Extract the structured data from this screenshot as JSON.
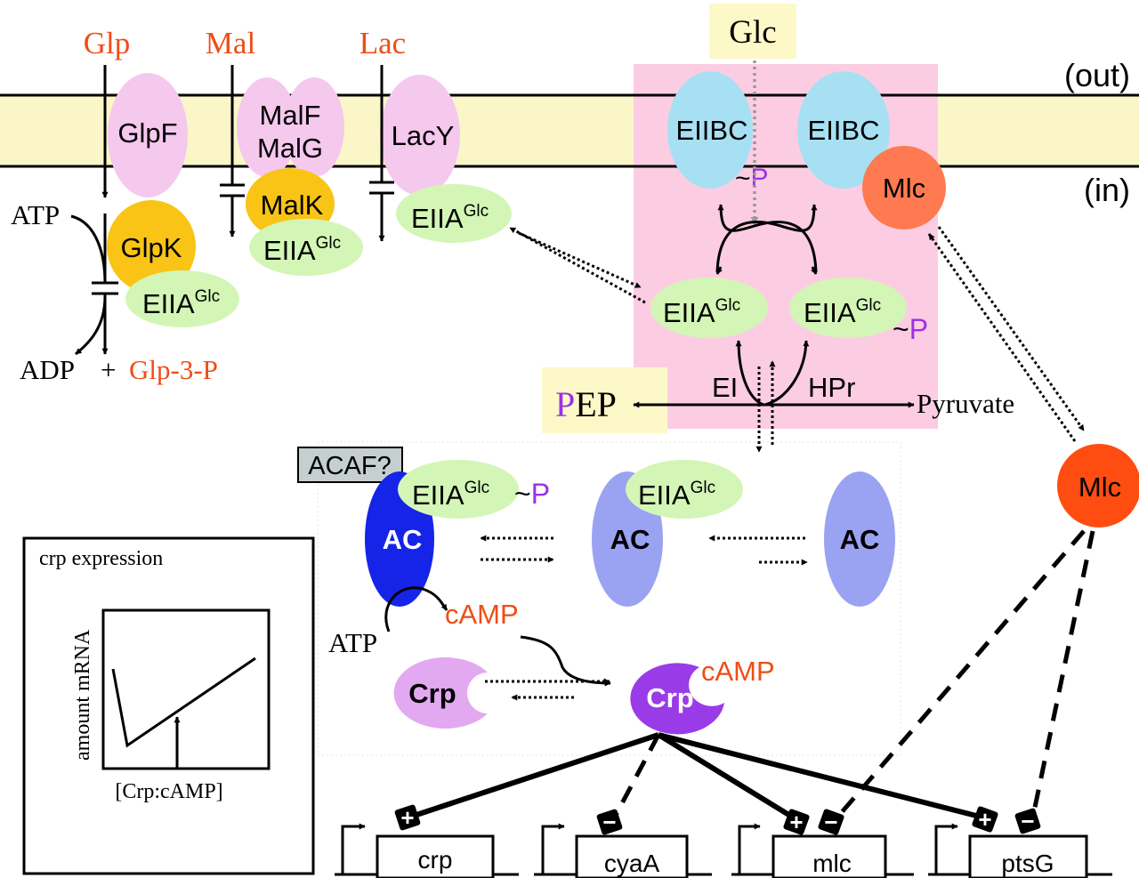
{
  "labels": {
    "out": "(out)",
    "in": "(in)",
    "glc": "Glc",
    "glp": "Glp",
    "mal": "Mal",
    "lac": "Lac",
    "glpf": "GlpF",
    "malf": "MalF",
    "malg": "MalG",
    "lacy": "LacY",
    "malk": "MalK",
    "glpk": "GlpK",
    "eiia": "EIIA",
    "glc_sup": "Glc",
    "phospho": "~",
    "p": "P",
    "atp": "ATP",
    "adp": "ADP",
    "plus": "+",
    "glp3p": "Glp-3-P",
    "eiibc": "EIIBC",
    "mlc": "Mlc",
    "ei": "EI",
    "hpr": "HPr",
    "pep_p": "P",
    "pep_rest": "EP",
    "pyruvate": "Pyruvate",
    "acaf": "ACAF?",
    "ac": "AC",
    "camp": "cAMP",
    "crp_protein": "Crp",
    "sign_plus": "+",
    "sign_minus": "−"
  },
  "inset": {
    "title": "crp expression",
    "ylabel": "amount mRNA",
    "xlabel": "[Crp:cAMP]"
  },
  "genes": [
    "crp",
    "cyaA",
    "mlc",
    "ptsG"
  ],
  "colors": {
    "membrane": "#fbf6c8",
    "pts_box": "#fccde2",
    "note_box": "#fdf8c8",
    "pink": "#f5c8ee",
    "gold": "#f9c416",
    "green": "#d3f6b6",
    "blue_light": "#a8e0f3",
    "mlc": "#ff7a50",
    "mlc_free": "#ff4d12",
    "ac_dark": "#1624e8",
    "ac_light": "#9aa2f2",
    "crp_light": "#e2a8f0",
    "crp_dark": "#9a3be8",
    "orange_text": "#ee4d16",
    "purple_text": "#9b30e8"
  }
}
